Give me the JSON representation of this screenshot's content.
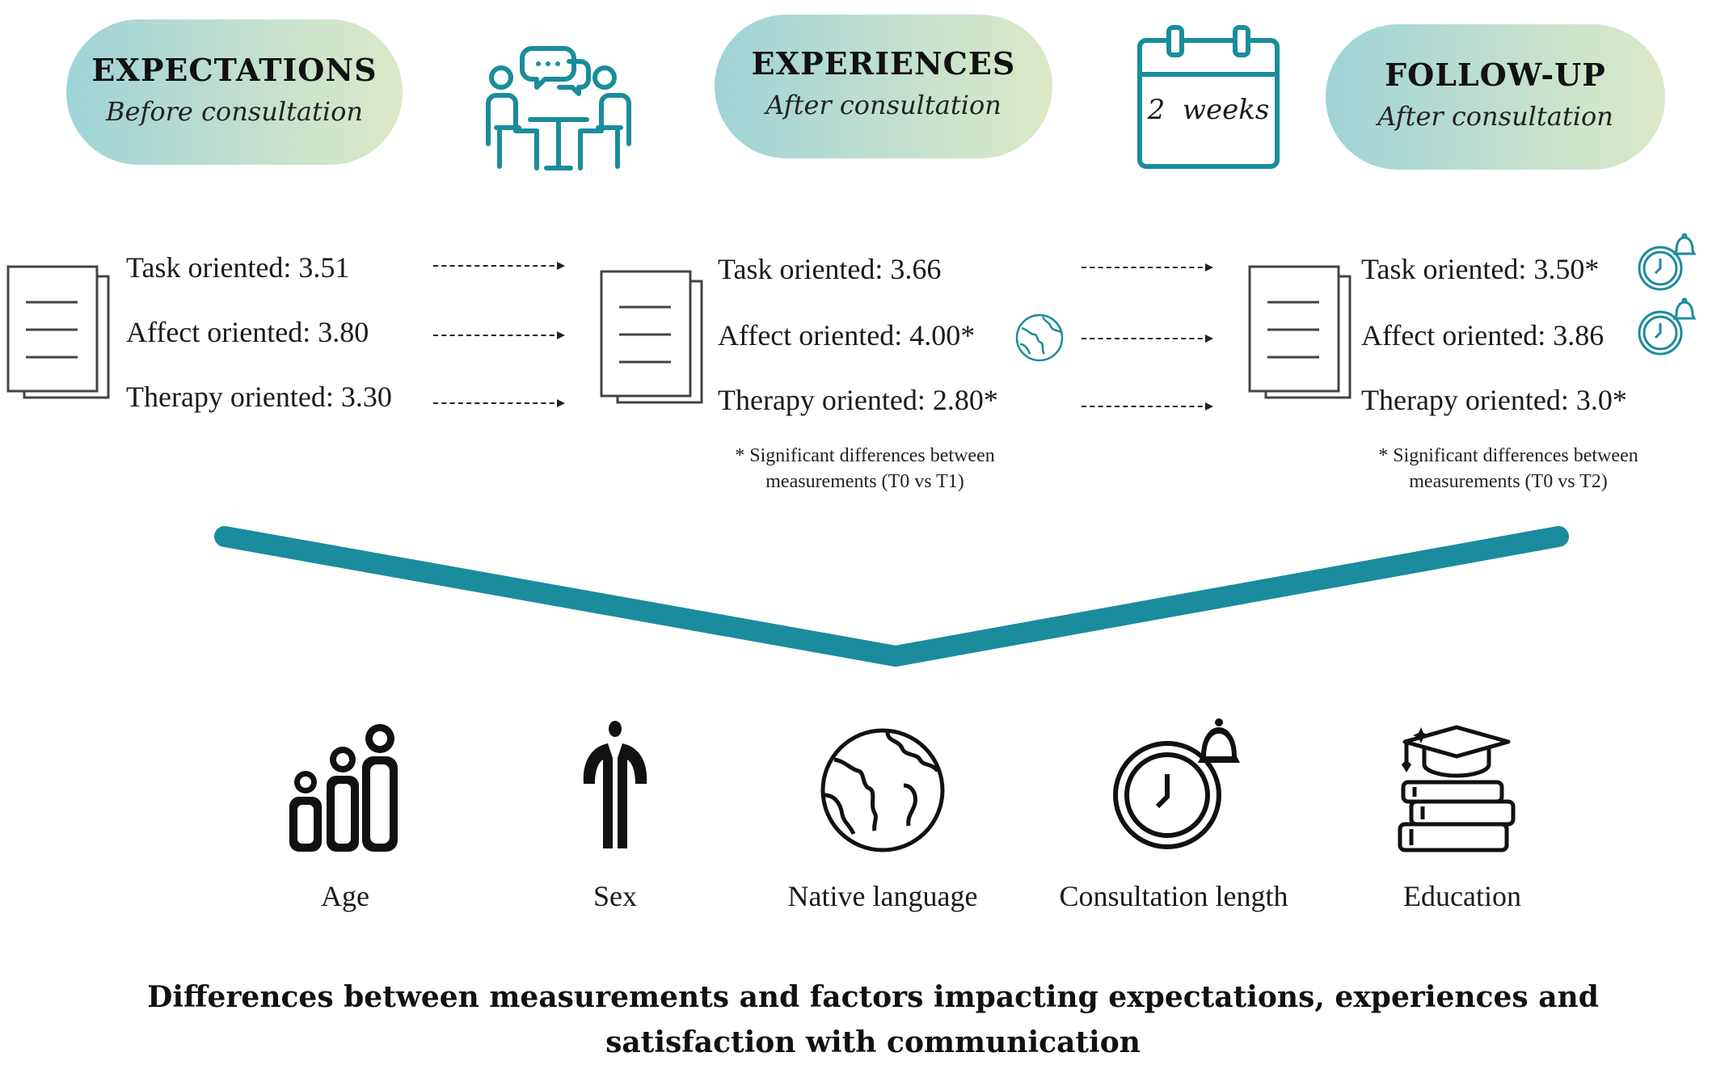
{
  "stages": [
    {
      "title": "EXPECTATIONS",
      "subtitle": "Before consultation"
    },
    {
      "title": "EXPERIENCES",
      "subtitle": "After consultation"
    },
    {
      "title": "FOLLOW-UP",
      "subtitle": "After consultation"
    }
  ],
  "interval_label": "2  weeks",
  "measurements": [
    {
      "task": "Task oriented: 3.51",
      "affect": "Affect oriented: 3.80",
      "therapy": "Therapy oriented: 3.30"
    },
    {
      "task": "Task oriented: 3.66",
      "affect": "Affect oriented: 4.00*",
      "therapy": "Therapy oriented: 2.80*",
      "note_line1": "* Significant differences between",
      "note_line2": "measurements (T0 vs T1)"
    },
    {
      "task": "Task oriented: 3.50*",
      "affect": "Affect oriented: 3.86",
      "therapy": "Therapy oriented: 3.0*",
      "note_line1": "* Significant differences between",
      "note_line2": "measurements (T0 vs T2)"
    }
  ],
  "factors": [
    {
      "label": "Age",
      "icon": "family-icon"
    },
    {
      "label": "Sex",
      "icon": "person-sex-icon"
    },
    {
      "label": "Native language",
      "icon": "globe-icon"
    },
    {
      "label": "Consultation length",
      "icon": "clock-bell-icon"
    },
    {
      "label": "Education",
      "icon": "graduation-books-icon"
    }
  ],
  "caption": {
    "line1": "Differences between measurements and factors impacting expectations, experiences and",
    "line2": "satisfaction with communication"
  },
  "colors": {
    "teal": "#1a8c9c",
    "pill_start": "#9fd3d6",
    "pill_end": "#dde9c6"
  }
}
